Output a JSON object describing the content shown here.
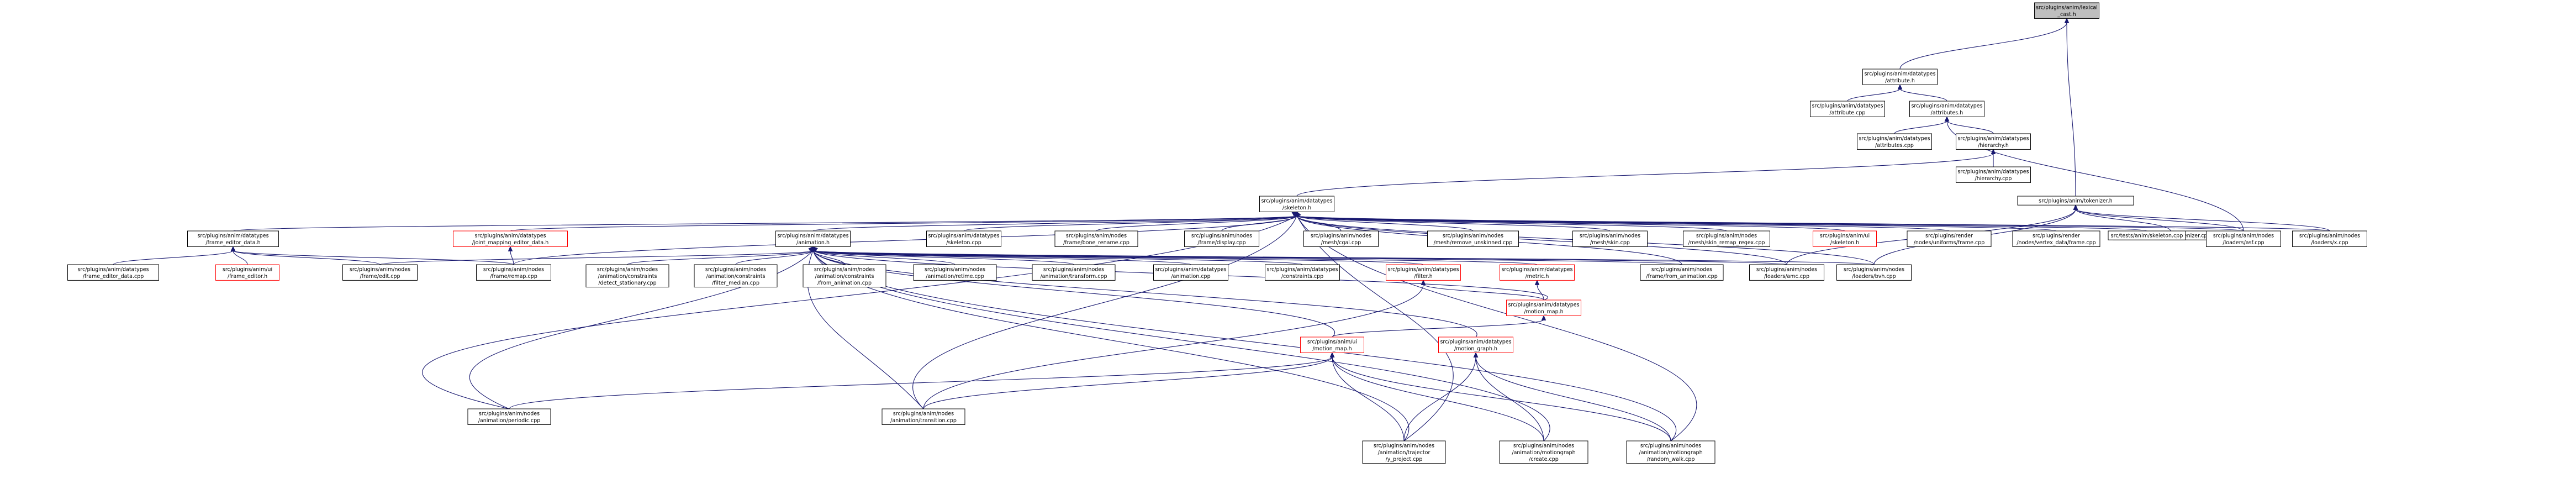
{
  "colors": {
    "background": "#ffffff",
    "focus_fill": "#bfbfbf",
    "node_fill": "#ffffff",
    "node_border": "#000000",
    "incomplete_border": "#ff0000",
    "text": "#000000",
    "include_edge": "#191970",
    "incomplete_text": "#ff0000"
  },
  "nodes": {
    "lexical_cast": [
      "src/plugins/anim/lexical",
      "_cast.h"
    ],
    "attribute_h": [
      "src/plugins/anim/datatypes",
      "/attribute.h"
    ],
    "attribute_cpp": [
      "src/plugins/anim/datatypes",
      "/attribute.cpp"
    ],
    "attributes_h": [
      "src/plugins/anim/datatypes",
      "/attributes.h"
    ],
    "attributes_cpp": [
      "src/plugins/anim/datatypes",
      "/attributes.cpp"
    ],
    "hierarchy_h": [
      "src/plugins/anim/datatypes",
      "/hierarchy.h"
    ],
    "hierarchy_cpp": [
      "src/plugins/anim/datatypes",
      "/hierarchy.cpp"
    ],
    "tokenizer_h": [
      "src/plugins/anim/tokenizer.h"
    ],
    "tokenizer_cpp": [
      "src/plugins/anim/tokenizer.cpp"
    ],
    "skeleton_h": [
      "src/plugins/anim/datatypes",
      "/skeleton.h"
    ],
    "frame_editor_data_h": [
      "src/plugins/anim/datatypes",
      "/frame_editor_data.h"
    ],
    "joint_mapping_editor_data_h": [
      "src/plugins/anim/datatypes",
      "/joint_mapping_editor_data.h"
    ],
    "animation_h": [
      "src/plugins/anim/datatypes",
      "/animation.h"
    ],
    "skeleton_cpp": [
      "src/plugins/anim/datatypes",
      "/skeleton.cpp"
    ],
    "bone_rename": [
      "src/plugins/anim/nodes",
      "/frame/bone_rename.cpp"
    ],
    "frame_display": [
      "src/plugins/anim/nodes",
      "/frame/display.cpp"
    ],
    "mesh_cgal": [
      "src/plugins/anim/nodes",
      "/mesh/cgal.cpp"
    ],
    "mesh_remove_unskinned": [
      "src/plugins/anim/nodes",
      "/mesh/remove_unskinned.cpp"
    ],
    "mesh_skin": [
      "src/plugins/anim/nodes",
      "/mesh/skin.cpp"
    ],
    "skin_remap_regex": [
      "src/plugins/anim/nodes",
      "/mesh/skin_remap_regex.cpp"
    ],
    "ui_skeleton_h": [
      "src/plugins/anim/ui",
      "/skeleton.h"
    ],
    "render_uniforms_frame": [
      "src/plugins/render",
      "/nodes/uniforms/frame.cpp"
    ],
    "render_vertex_data_frame": [
      "src/plugins/render",
      "/nodes/vertex_data/frame.cpp"
    ],
    "tests_skeleton": [
      "src/tests/anim/skeleton.cpp"
    ],
    "loaders_asf": [
      "src/plugins/anim/nodes",
      "/loaders/asf.cpp"
    ],
    "loaders_x": [
      "src/plugins/anim/nodes",
      "/loaders/x.cpp"
    ],
    "frame_editor_data_cpp": [
      "src/plugins/anim/datatypes",
      "/frame_editor_data.cpp"
    ],
    "ui_frame_editor_h": [
      "src/plugins/anim/ui",
      "/frame_editor.h"
    ],
    "frame_edit": [
      "src/plugins/anim/nodes",
      "/frame/edit.cpp"
    ],
    "frame_remap": [
      "src/plugins/anim/nodes",
      "/frame/remap.cpp"
    ],
    "detect_stationary": [
      "src/plugins/anim/nodes",
      "/animation/constraints",
      "/detect_stationary.cpp"
    ],
    "filter_median": [
      "src/plugins/anim/nodes",
      "/animation/constraints",
      "/filter_median.cpp"
    ],
    "from_animation_constraints": [
      "src/plugins/anim/nodes",
      "/animation/constraints",
      "/from_animation.cpp"
    ],
    "retime": [
      "src/plugins/anim/nodes",
      "/animation/retime.cpp"
    ],
    "anim_transform": [
      "src/plugins/anim/nodes",
      "/animation/transform.cpp"
    ],
    "animation_cpp": [
      "src/plugins/anim/datatypes",
      "/animation.cpp"
    ],
    "constraints_cpp": [
      "src/plugins/anim/datatypes",
      "/constraints.cpp"
    ],
    "filter_h": [
      "src/plugins/anim/datatypes",
      "/filter.h"
    ],
    "metric_h": [
      "src/plugins/anim/datatypes",
      "/metric.h"
    ],
    "frame_from_animation": [
      "src/plugins/anim/nodes",
      "/frame/from_animation.cpp"
    ],
    "loaders_amc": [
      "src/plugins/anim/nodes",
      "/loaders/amc.cpp"
    ],
    "loaders_bvh": [
      "src/plugins/anim/nodes",
      "/loaders/bvh.cpp"
    ],
    "motion_map_h": [
      "src/plugins/anim/datatypes",
      "/motion_map.h"
    ],
    "ui_motion_map_h": [
      "src/plugins/anim/ui",
      "/motion_map.h"
    ],
    "motion_graph_h": [
      "src/plugins/anim/datatypes",
      "/motion_graph.h"
    ],
    "anim_periodic": [
      "src/plugins/anim/nodes",
      "/animation/periodic.cpp"
    ],
    "anim_transition": [
      "src/plugins/anim/nodes",
      "/animation/transition.cpp"
    ],
    "trajectory_project": [
      "src/plugins/anim/nodes",
      "/animation/trajector",
      "/y_project.cpp"
    ],
    "motiongraph_create": [
      "src/plugins/anim/nodes",
      "/animation/motiongraph",
      "/create.cpp"
    ],
    "random_walk": [
      "src/plugins/anim/nodes",
      "/animation/motiongraph",
      "/random_walk.cpp"
    ]
  }
}
